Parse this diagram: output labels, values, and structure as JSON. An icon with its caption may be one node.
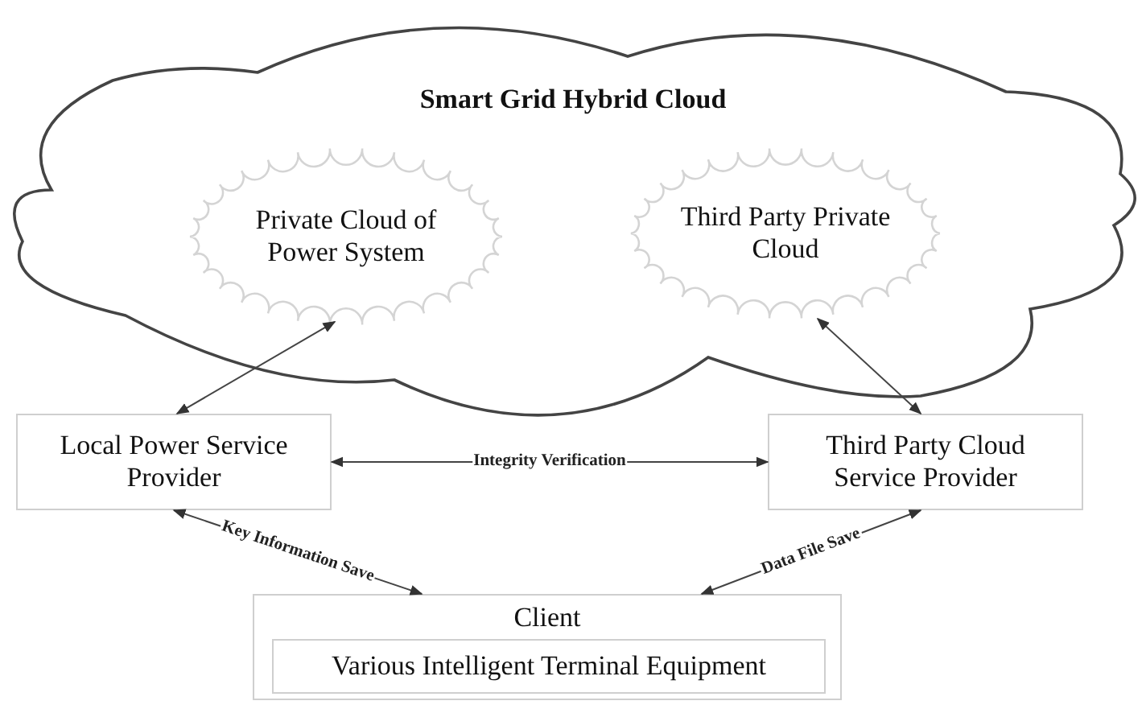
{
  "diagram": {
    "nodes": [
      {
        "text": [
          "Smart Grid Hybrid Cloud"
        ]
      },
      {
        "text": [
          "Private Cloud of Power System"
        ],
        "in": 0
      },
      {
        "text": [
          "Third Party Private Cloud"
        ],
        "in": 0
      },
      {
        "text": [
          "Local Power Service Provider"
        ]
      },
      {
        "text": [
          "Third Party Cloud Service Provider"
        ]
      },
      {
        "text": [
          "Client"
        ]
      },
      {
        "text": [
          "Various Intelligent Terminal Equipment"
        ],
        "in": 5
      }
    ],
    "edges": [
      {
        "from": 3,
        "to": 1,
        "arrow": "both"
      },
      {
        "from": 4,
        "to": 2,
        "arrow": "both"
      },
      {
        "from": 3,
        "to": 4,
        "arrow": "both",
        "label": "Integrity Verification"
      },
      {
        "from": 3,
        "to": 5,
        "arrow": "both",
        "label": "Key Information Save"
      },
      {
        "from": 4,
        "to": 5,
        "arrow": "both",
        "label": "Data File Save"
      }
    ]
  }
}
